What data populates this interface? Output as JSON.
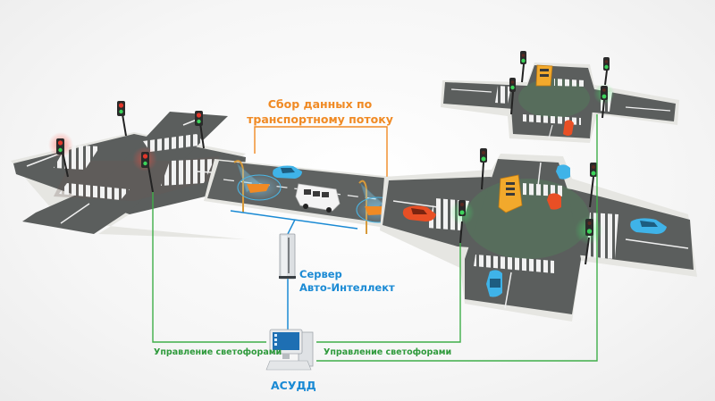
{
  "diagram": {
    "title": "Сбор данных по транспортному потоку",
    "title_lines": [
      "Сбор данных по",
      "транспортному потоку"
    ],
    "server": {
      "label_lines": [
        "Сервер",
        "Авто-Интеллект"
      ],
      "icon": "server-tower-icon"
    },
    "control_center": {
      "label": "АСУДД",
      "icon": "desktop-computer-icon"
    },
    "links": {
      "left_label": "Управление светофорами",
      "right_label": "Управление светофорами"
    },
    "intersections": [
      {
        "name": "left-intersection",
        "signal_state": "red"
      },
      {
        "name": "right-main-intersection",
        "signal_state": "green"
      },
      {
        "name": "right-far-intersection",
        "signal_state": "green"
      }
    ],
    "detectors": [
      {
        "name": "left-detector-camera",
        "type": "traffic-sensor"
      },
      {
        "name": "right-detector-camera",
        "type": "traffic-sensor"
      }
    ],
    "vehicles": [
      {
        "type": "car",
        "color": "blue"
      },
      {
        "type": "bus",
        "color": "white"
      },
      {
        "type": "car",
        "color": "red"
      },
      {
        "type": "bus",
        "color": "yellow"
      },
      {
        "type": "car",
        "color": "blue"
      },
      {
        "type": "car",
        "color": "red"
      },
      {
        "type": "car",
        "color": "blue"
      },
      {
        "type": "car",
        "color": "blue"
      },
      {
        "type": "bus",
        "color": "yellow"
      },
      {
        "type": "car",
        "color": "red"
      }
    ],
    "colors": {
      "data_collection_line": "#f08a24",
      "server_link": "#1a8ad4",
      "signal_control_line": "#3fae49",
      "road": "#5a5d5c",
      "road_green_tint": "#4f6a58",
      "sidewalk": "#e8e8e4",
      "signal_red": "#e2372b",
      "signal_green": "#3cd35a"
    }
  }
}
